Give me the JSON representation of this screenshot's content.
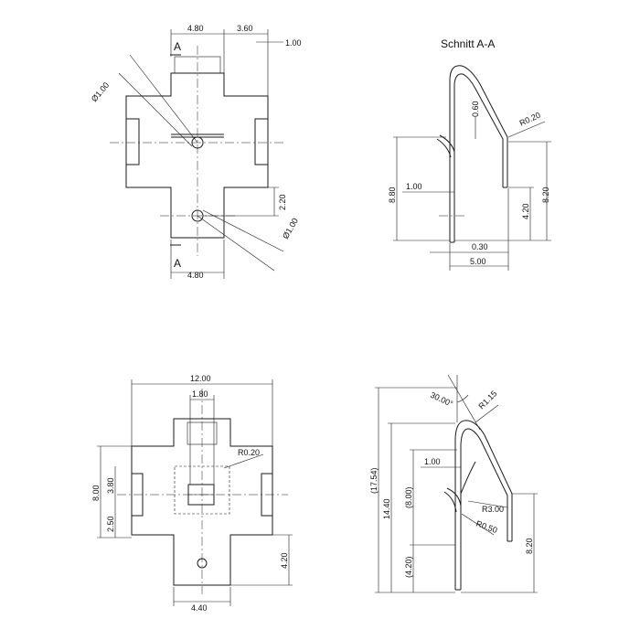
{
  "section_title": "Schnitt A-A",
  "section_marker": "A",
  "view_top_left": {
    "dim_top_width": "4.80",
    "dim_top_right": "3.60",
    "dim_tab": "1.00",
    "dim_hole_upper": "Ø1.00",
    "dim_hole_lower": "Ø1.00",
    "dim_offset": "2.20",
    "dim_bottom_width": "4.80"
  },
  "view_top_right": {
    "dim_thickness": "0.60",
    "dim_radius": "R0.20",
    "dim_left_height": "8.80",
    "dim_inner": "1.00",
    "dim_right_height": "8.20",
    "dim_lower": "4.20",
    "dim_gap": "0.30",
    "dim_width": "5.00"
  },
  "view_bottom_left": {
    "dim_total_width": "12.00",
    "dim_slot": "1.80",
    "dim_radius": "R0.20",
    "dim_height": "8.00",
    "dim_mid": "3.80",
    "dim_low": "2.50",
    "dim_tail": "4.20",
    "dim_tail_width": "4.40"
  },
  "view_bottom_right": {
    "dim_angle": "30.00°",
    "dim_radius_top": "R1.15",
    "dim_overall": "(17.54)",
    "dim_height": "14.40",
    "dim_ref": "(8.00)",
    "dim_inner": "1.00",
    "dim_radius_mid": "R3.00",
    "dim_radius_low": "R0.50",
    "dim_low_ref": "(4.20)",
    "dim_right": "8.20"
  }
}
